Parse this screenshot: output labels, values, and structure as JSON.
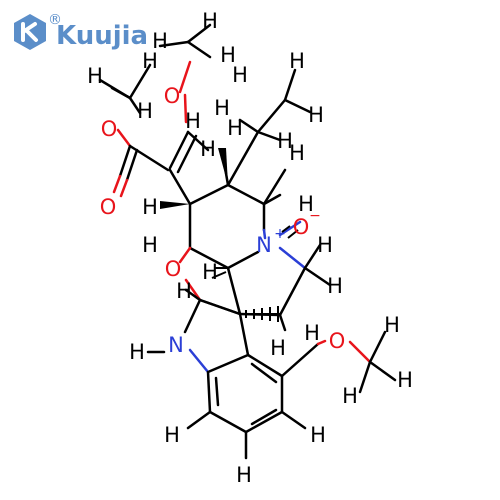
{
  "logo": {
    "text": "Kuujia",
    "mark": "®",
    "color": "#5b8ec9"
  },
  "molecule": {
    "colors": {
      "carbon_h": "#000000",
      "oxygen": "#e8141b",
      "nitrogen": "#2b3fd6"
    },
    "atoms": {
      "h1": "H",
      "h2": "H",
      "h3": "H",
      "o_methoxy_top": "O",
      "h4": "H",
      "h5": "H",
      "h6": "H",
      "h7": "H",
      "o_ester": "O",
      "h8": "H",
      "h9": "H",
      "h10": "H",
      "h11": "H",
      "h12": "H",
      "o_carbonyl": "O",
      "h13": "H",
      "h14": "H",
      "h15": "H",
      "h16": "H",
      "h17": "H",
      "n_plus": "N",
      "plus": "+",
      "o_minus": "O",
      "minus": "−",
      "h18": "H",
      "h19": "H",
      "o_ring": "O",
      "h20": "H",
      "h21": "H",
      "h22": "H",
      "h23": "H",
      "h24": "H",
      "h25": "H",
      "o_methoxy_bottom": "O",
      "h26": "H",
      "h27": "H",
      "h28": "H",
      "n_h": "N",
      "h29": "H",
      "h30": "H",
      "h31": "H",
      "h32": "H"
    }
  }
}
